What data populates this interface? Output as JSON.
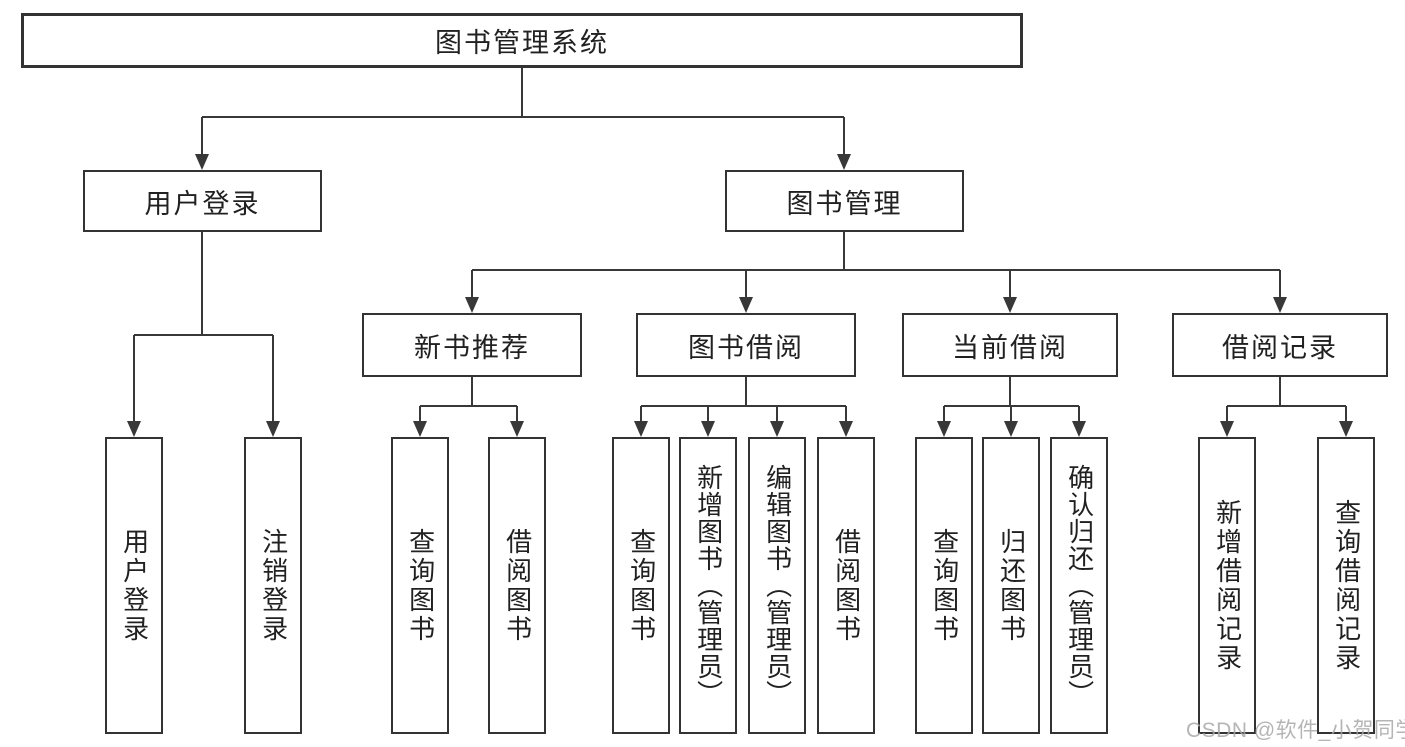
{
  "diagram": {
    "type": "hierarchy",
    "palette": {
      "line": "#383838",
      "border": "#333333",
      "text": "#212121",
      "watermark": "#a8a8a8",
      "background": "#ffffff"
    },
    "tree": {
      "root": {
        "label": "图书管理系统"
      },
      "branches": [
        {
          "label": "用户登录",
          "children": [
            {
              "label": "用户登录"
            },
            {
              "label": "注销登录"
            }
          ]
        },
        {
          "label": "图书管理",
          "children": [
            {
              "label": "新书推荐",
              "children": [
                {
                  "label": "查询图书"
                },
                {
                  "label": "借阅图书"
                }
              ]
            },
            {
              "label": "图书借阅",
              "children": [
                {
                  "label": "查询图书"
                },
                {
                  "label": "新增图书（管理员）"
                },
                {
                  "label": "编辑图书（管理员）"
                },
                {
                  "label": "借阅图书"
                }
              ]
            },
            {
              "label": "当前借阅",
              "children": [
                {
                  "label": "查询图书"
                },
                {
                  "label": "归还图书"
                },
                {
                  "label": "确认归还（管理员）"
                }
              ]
            },
            {
              "label": "借阅记录",
              "children": [
                {
                  "label": "新增借阅记录"
                },
                {
                  "label": "查询借阅记录"
                }
              ]
            }
          ]
        }
      ]
    }
  },
  "watermark": {
    "text": "CSDN @软件_小贺同学"
  }
}
